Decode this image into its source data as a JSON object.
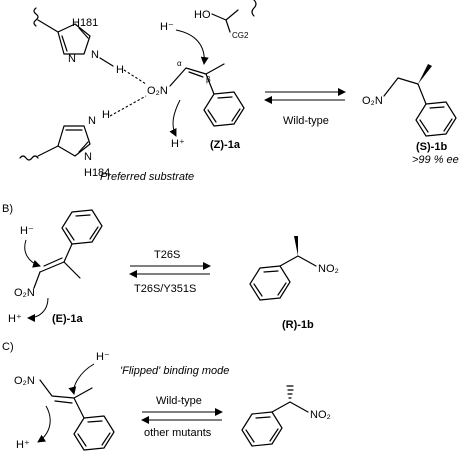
{
  "section_a": {
    "residue_1": "H181",
    "residue_2": "H184",
    "hydride": "H⁻",
    "proton": "H⁺",
    "nitro": "O₂N",
    "alpha": "α",
    "beta": "β",
    "cg2": "CG2",
    "cofactor_fragment": "HO",
    "substrate_label": "(Z)-1a",
    "product_label": "(S)-1b",
    "product_ee": ">99 % ee",
    "enzyme": "Wild-type",
    "caption": "Preferred substrate",
    "nh": "N",
    "h": "H"
  },
  "section_b": {
    "letter": "B)",
    "hydride": "H⁻",
    "proton": "H⁺",
    "nitro": "O₂N",
    "product_nitro": "NO₂",
    "substrate_label": "(E)-1a",
    "product_label": "(R)-1b",
    "forward_enzyme": "T26S",
    "reverse_enzyme": "T26S/Y351S"
  },
  "section_c": {
    "letter": "C)",
    "hydride": "H⁻",
    "proton": "H⁺",
    "nitro": "O₂N",
    "product_nitro": "NO₂",
    "mode": "'Flipped' binding mode",
    "forward_enzyme": "Wild-type",
    "reverse_enzyme": "other mutants"
  },
  "product_a_nitro": "O₂N"
}
